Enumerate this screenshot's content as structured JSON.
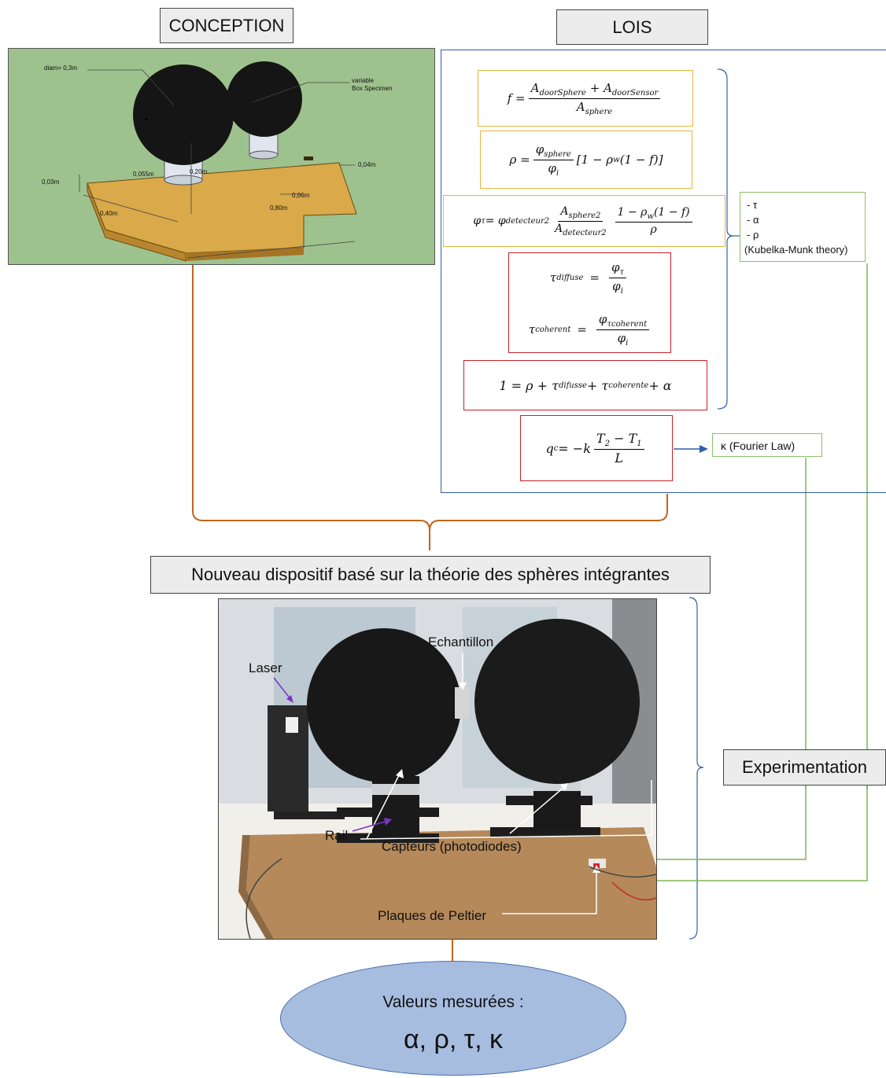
{
  "headers": {
    "conception": "CONCEPTION",
    "lois": "LOIS",
    "device": "Nouveau dispositif basé sur la théorie des sphères intégrantes",
    "experimentation": "Experimentation"
  },
  "cad": {
    "diam": "diam= 0,3m",
    "variable": "variable",
    "box_specimen": "Box Specimen",
    "d_0055": "0,055m",
    "d_020": "0,20m",
    "d_004": "0,04m",
    "d_003": "0,03m",
    "d_006": "0,06m",
    "d_040": "0,40m",
    "d_080": "0,80m"
  },
  "equations": {
    "f": {
      "lhs": "f =",
      "num": "A",
      "num_sub1": "doorSphere",
      "plus": " + A",
      "num_sub2": "doorSensor",
      "den": "A",
      "den_sub": "sphere"
    },
    "rho": {
      "lhs": "ρ =",
      "num": "φ",
      "num_sub": "sphere",
      "den": "φ",
      "den_sub": "i",
      "rhs": "[1 − ρ",
      "rhs_sub": "w",
      "rhs_end": "(1 − f)]"
    },
    "phi_tau": {
      "lhs": "φ",
      "lhs_sub": "τ",
      "eq": " = φ",
      "eq_sub": "detecteur2",
      "num1": "A",
      "num1_sub": "sphere2",
      "den1": "A",
      "den1_sub": "detecteur2",
      "num2": "1 − ρ",
      "num2_sub": "w",
      "num2_end": "(1 − f)",
      "den2": "ρ"
    },
    "tau_diffuse": {
      "lhs": "τ",
      "lhs_sub": "diffuse",
      "eq": "=",
      "num": "φ",
      "num_sub": "τ",
      "den": "φ",
      "den_sub": "i"
    },
    "tau_coherent": {
      "lhs": "τ",
      "lhs_sub": "coherent",
      "eq": "=",
      "num": "φ",
      "num_sub": "τcoherent",
      "den": "φ",
      "den_sub": "i"
    },
    "balance": {
      "a": "1 = ρ + τ",
      "a_sub": "difusse",
      "b": " + τ",
      "b_sub": "coherente",
      "c": " + α"
    },
    "fourier": {
      "lhs": "q",
      "lhs_sub": "c",
      "eq": " = −k",
      "num": "T",
      "num_sub1": "2",
      "minus": " − T",
      "num_sub2": "1",
      "den": "L"
    }
  },
  "notes": {
    "props": [
      "-   τ",
      "-   α",
      "-   ρ"
    ],
    "kubelka": "(Kubelka-Munk theory)",
    "fourier": "κ (Fourier Law)"
  },
  "photo_labels": {
    "laser": "Laser",
    "echantillon": "Echantillon",
    "rail": "Rail",
    "capteurs": "Capteurs (photodiodes)",
    "plaques": "Plaques de Peltier"
  },
  "result": {
    "title": "Valeurs mesurées :",
    "values": "α, ρ, τ, κ"
  }
}
